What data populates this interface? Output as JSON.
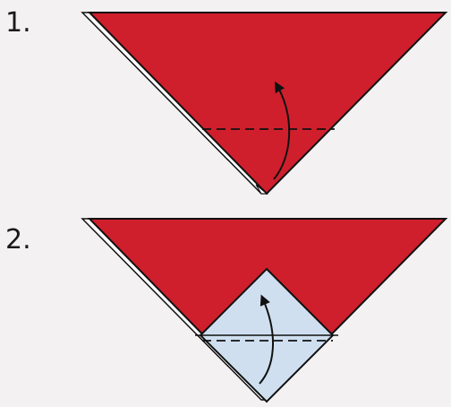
{
  "steps": [
    {
      "number": "1."
    },
    {
      "number": "2."
    }
  ],
  "colors": {
    "background": "#f4f1f2",
    "paper_front": "#cf1f2c",
    "paper_back": "#cfdff0",
    "outline": "#111111",
    "highlight": "#ffffff"
  },
  "icons": [
    "fold-arrow-icon",
    "valley-fold-line"
  ]
}
